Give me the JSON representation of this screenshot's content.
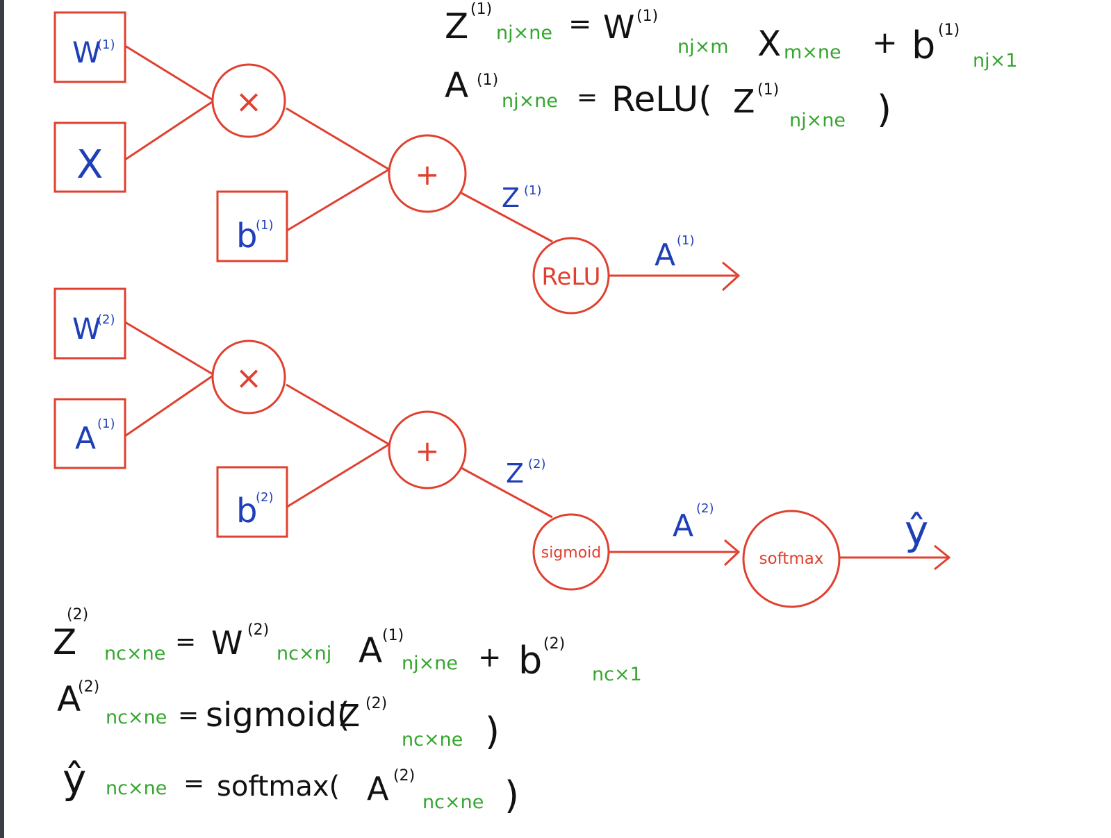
{
  "colors": {
    "edge": "#e0402f",
    "node_stroke": "#e0402f",
    "input_label": "#1f3fb8",
    "operator_label": "#e0402f",
    "equation_main": "#111111",
    "equation_dims": "#34a62d"
  },
  "layer1": {
    "inputs": {
      "weight": {
        "base": "W",
        "sup": "(1)"
      },
      "x": {
        "base": "X"
      },
      "bias": {
        "base": "b",
        "sup": "(1)"
      }
    },
    "ops": {
      "multiply": "×",
      "add": "+",
      "activation": "ReLU"
    },
    "edge_labels": {
      "z": {
        "base": "Z",
        "sup": "(1)"
      },
      "a": {
        "base": "A",
        "sup": "(1)"
      }
    }
  },
  "layer2": {
    "inputs": {
      "weight": {
        "base": "W",
        "sup": "(2)"
      },
      "a_prev": {
        "base": "A",
        "sup": "(1)"
      },
      "bias": {
        "base": "b",
        "sup": "(2)"
      }
    },
    "ops": {
      "multiply": "×",
      "add": "+",
      "activation": "sigmoid",
      "output": "softmax"
    },
    "edge_labels": {
      "z": {
        "base": "Z",
        "sup": "(2)"
      },
      "a": {
        "base": "A",
        "sup": "(2)"
      },
      "yhat": "ŷ"
    }
  },
  "equations": {
    "eq1": {
      "lhs": "Z",
      "lhs_sup": "(1)",
      "lhs_dim": "nj×ne",
      "eq": "=",
      "w": "W",
      "w_sup": "(1)",
      "w_dim": "nj×m",
      "x": "X",
      "x_dim": "m×ne",
      "plus": "+",
      "b": "b",
      "b_sup": "(1)",
      "b_dim": "nj×1"
    },
    "eq2": {
      "lhs": "A",
      "lhs_sup": "(1)",
      "lhs_dim": "nj×ne",
      "eq": "=",
      "func": "ReLU(",
      "arg": "Z",
      "arg_sup": "(1)",
      "arg_dim": "nj×ne",
      "close": ")"
    },
    "eq3": {
      "lhs": "Z",
      "lhs_sup": "(2)",
      "lhs_dim": "nc×ne",
      "eq": "=",
      "w": "W",
      "w_sup": "(2)",
      "w_dim": "nc×nj",
      "a": "A",
      "a_sup": "(1)",
      "a_dim": "nj×ne",
      "plus": "+",
      "b": "b",
      "b_sup": "(2)",
      "b_dim": "nc×1"
    },
    "eq4": {
      "lhs": "A",
      "lhs_sup": "(2)",
      "lhs_dim": "nc×ne",
      "eq": "=",
      "func": "sigmoid(",
      "arg": "Z",
      "arg_sup": "(2)",
      "arg_dim": "nc×ne",
      "close": ")"
    },
    "eq5": {
      "lhs": "ŷ",
      "lhs_dim": "nc×ne",
      "eq": "=",
      "func": "softmax(",
      "arg": "A",
      "arg_sup": "(2)",
      "arg_dim": "nc×ne",
      "close": ")"
    }
  }
}
